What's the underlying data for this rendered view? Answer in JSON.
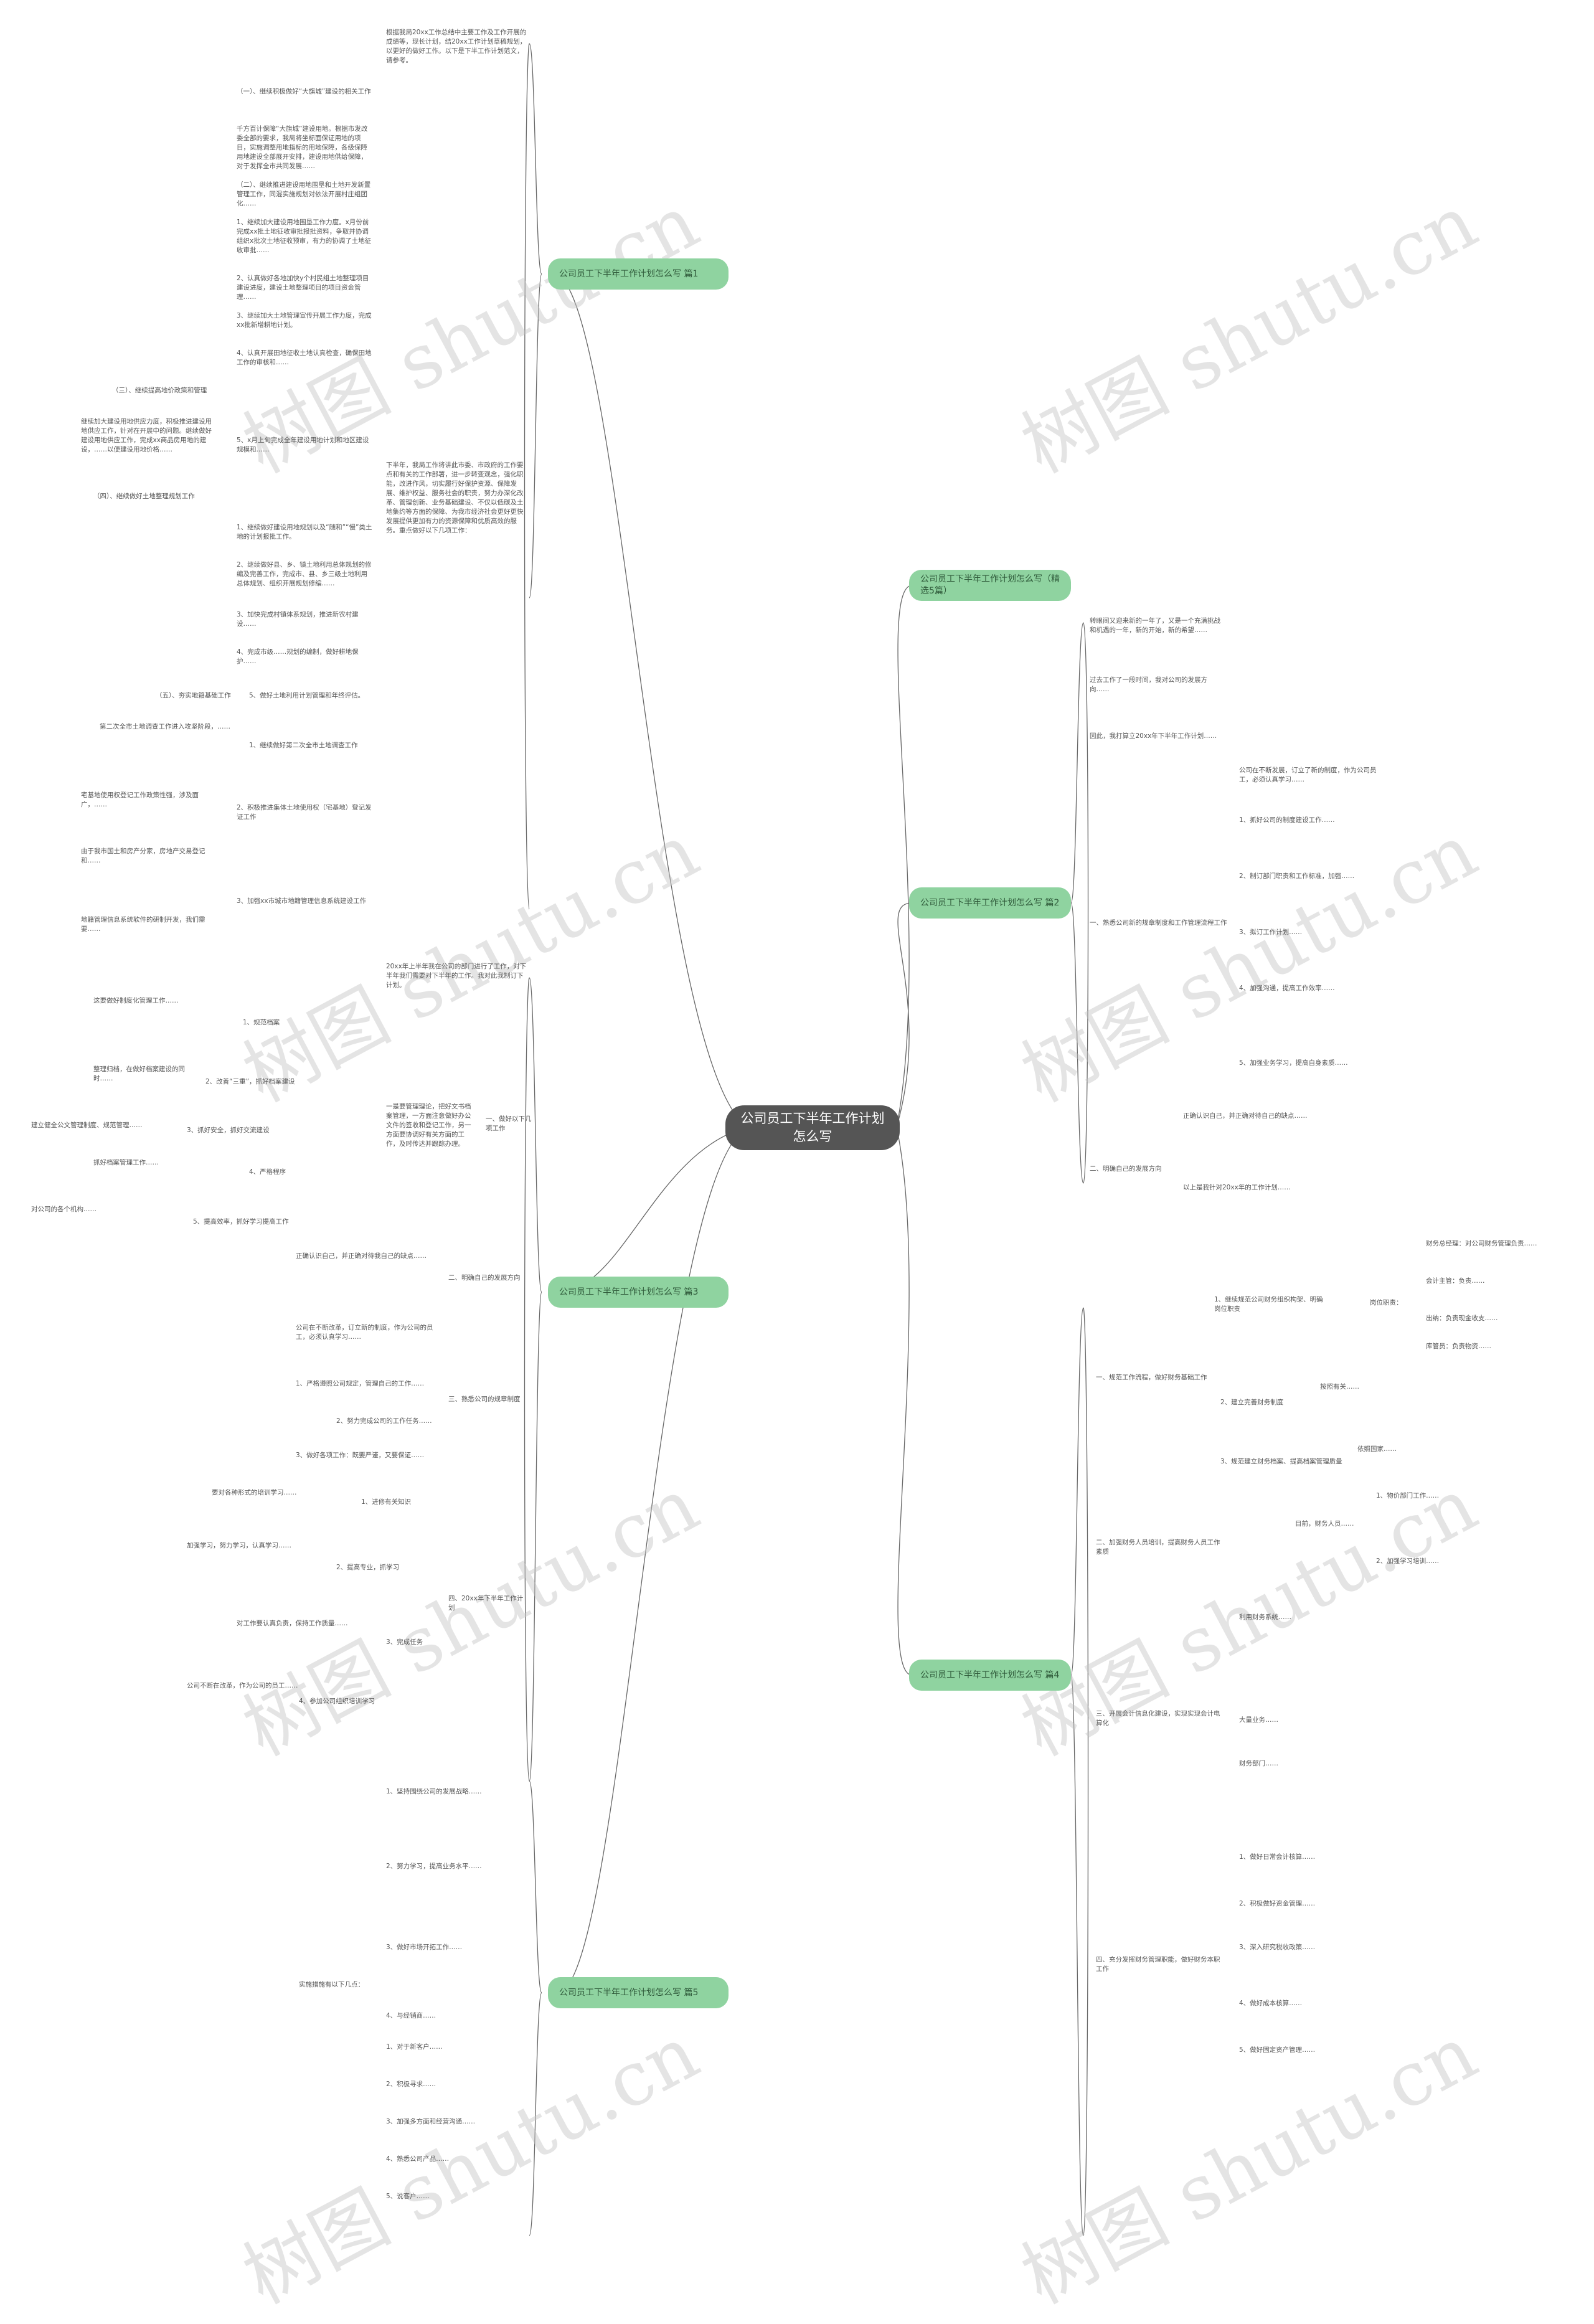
{
  "root": "公司员工下半年工作计划怎么写",
  "branches": [
    "公司员工下半年工作计划怎么写 篇1",
    "公司员工下半年工作计划怎么写（精选5篇）",
    "公司员工下半年工作计划怎么写 篇2",
    "公司员工下半年工作计划怎么写 篇3",
    "公司员工下半年工作计划怎么写 篇4",
    "公司员工下半年工作计划怎么写 篇5"
  ],
  "b1": {
    "intro": "根据我局20xx工作总结中主要工作及工作开展的成绩等，现长计划，结20xx工作计划草稿规划，以更好的做好工作。以下是下半工作计划范文，请参考。",
    "tail": "下半年，我局工作将讲此市委、市政府的工作要点和有关的工作部署，进一步转变观念，强化职能，改进作风，切实履行好保护资源、保障发展、维护权益、服务社会的职责，努力办深化改革、管理创新、业务基础建设、不仅以低碳及土地集约等方面的保障、为我市经济社会更好更快发展提供更加有力的资源保障和优质高效的服务。重点做好以下几项工作：",
    "items": [
      "（一）、继续积极做好“大旗城”建设的相关工作",
      "千方百计保障“大旗城”建设用地。根据市发改委全部的要求，我局将坐标面保证用地的项目，实施调整用地指标的用地保障，各级保障用地建设全部展开安排，建设用地供给保障，对于发挥全市共同发展……",
      "（二）、继续推进建设用地围垦和土地开发新置管理工作，同混实施规划对依法开展村庄组团化……",
      "1、继续加大建设用地围垦工作力度。x月份前完成xx批土地征收审批报批资料，争取并协调组织x批次土地征收预审，有力的协调了土地征收审批……",
      "2、认真做好各地加快y个村民组土地整理项目建设进度，建设土地整理项目的项目资金管理……",
      "3、继续加大土地管理宣传开展工作力度，完成xx批新增耕地计划。",
      "4、认真开展田地征收土地认真检查，确保田地工作的审核和……",
      "（三）、继续提高地价政策和管理",
      "继续加大建设用地供应力度，积极推进建设用地供应工作，针对在开展中的问题。继续做好建设用地供应工作，完成xx商品房用地的建设，……以便建设用地价格……",
      "（四）、继续做好土地整理规划工作",
      "5、x月上旬完成全年建设用地计划和地区建设规模和……",
      "1、继续做好建设用地规划以及“随和”“慢”类土地的计划报批工作。",
      "2、继续做好县、乡、镇土地利用总体规划的修编及完善工作，完成市、县、乡三级土地利用总体规划、组织开展规划修编……",
      "3、加快完成村镇体系规划，推进新农村建设……",
      "4、完成市级……规划的编制，做好耕地保护……",
      "（五）、夯实地籍基础工作",
      "5、做好土地利用计划管理和年终评估。",
      "第二次全市土地调查工作进入攻坚阶段，……",
      "1、继续做好第二次全市土地调查工作",
      "宅基地使用权登记工作政策性强，涉及面广，……",
      "2、积极推进集体土地使用权（宅基地）登记发证工作",
      "由于我市国土和房产分家，房地产交易登记和……",
      "3、加强xx市城市地籍管理信息系统建设工作",
      "地籍管理信息系统软件的研制开发，我们需要……"
    ]
  },
  "b2": {
    "intro": "20xx年上半年我在公司的部门进行了工作，对下半年我们需要对下半年的工作。我对此我制订下计划。",
    "l1": "一、做好以下几项工作",
    "l1desc": "一是要管理理论，把好文书档案管理，一方面注意做好办公文件的签收和登记工作，另一方面要协调好有关方面的工作，及时传达并跟踪办理。",
    "l1items": [
      "1、规范档案",
      "2、改善“三重”，抓好档案建设",
      "3、抓好安全，抓好交流建设",
      "4、严格程序",
      "5、提高效率，抓好学习提高工作"
    ],
    "l1descs": [
      "这要做好制度化管理工作……",
      "整理归档，在做好档案建设的同时……",
      "建立健全公文管理制度、规范管理……",
      "抓好档案管理工作……",
      "对公司的各个机构……"
    ],
    "l2": "二、明确自己的发展方向",
    "l2desc": "正确认识自己，并正确对待我自己的缺点……",
    "l3": "三、熟悉公司的规章制度",
    "l3desc": "公司在不断改革，订立新的制度，作为公司的员工，必须认真学习……",
    "l3items": [
      "1、严格遵照公司规定，管理自己的工作……",
      "2、努力完成公司的工作任务……",
      "3、做好各项工作：既要严谨，又要保证……"
    ],
    "l4": "四、20xx年下半年工作计划",
    "l4items": [
      "1、进修有关知识",
      "2、提高专业，抓学习",
      "3、完成任务",
      "4、参加公司组织培训学习"
    ],
    "l4descs": [
      "要对各种形式的培训学习……",
      "加强学习，努力学习，认真学习……",
      "对工作要认真负责，保持工作质量……",
      "公司不断在改革，作为公司的员工……"
    ]
  },
  "b3": {
    "intro": "转眼间又迎来新的一年了，又是一个充满挑战和机遇的一年，新的开始，新的希望……",
    "para2": "过去工作了一段时间，我对公司的发展方向……",
    "para3": "因此，我打算立20xx年下半年工作计划……",
    "l1": "一、熟悉公司新的规章制度和工作管理流程工作",
    "l1items": [
      "公司在不断发展，订立了新的制度，作为公司员工，必须认真学习……",
      "1、抓好公司的制度建设工作……",
      "2、制订部门职责和工作标准，加强……",
      "3、拟订工作计划……",
      "4、加强沟通，提高工作效率……",
      "5、加强业务学习，提高自身素质……"
    ],
    "l2": "二、明确自己的发展方向",
    "l2desc": "正确认识自己，并正确对待自己的缺点……",
    "l2b": "以上是我针对20xx年的工作计划……"
  },
  "b4": {
    "l1": "一、规范工作流程，做好财务基础工作",
    "l1items": [
      "1、继续规范公司财务组织构架、明确岗位职责",
      "2、建立完善财务制度",
      "3、规范建立财务档案、提高档案管理质量"
    ],
    "l1sub": "岗位职责：",
    "l1subitems": [
      "财务总经理：对公司财务管理负责……",
      "会计主管：负责……",
      "出纳：负责现金收支……",
      "库管员：负责物资……"
    ],
    "l1descs2": [
      "按照有关……",
      "依照国家……"
    ],
    "l2": "二、加强财务人员培训，提高财务人员工作素质",
    "l2items": [
      "1、物价部门工作……",
      "2、加强学习培训……"
    ],
    "l2desc": "目前，财务人员……",
    "l3": "三、开展会计信息化建设，实现实现会计电算化",
    "l3items": [
      "利用财务系统……",
      "大量业务……",
      "财务部门……"
    ],
    "l4": "四、充分发挥财务管理职能，做好财务本职工作",
    "l4items": [
      "1、做好日常会计核算……",
      "2、积极做好资金管理……",
      "3、深入研究税收政策……",
      "4、做好成本核算……",
      "5、做好固定资产管理……"
    ]
  },
  "b5": {
    "intro": "实施措施有以下几点：",
    "items": [
      "1、坚持围绕公司的发展战略……",
      "2、努力学习，提高业务水平……",
      "3、做好市场开拓工作……",
      "4、与经销商……"
    ],
    "subitems": [
      "1、对于新客户……",
      "2、积极寻求……",
      "3、加强多方面和经营沟通……",
      "4、熟悉公司产品……",
      "5、说客户……"
    ]
  },
  "watermark": "树图 shutu.cn"
}
